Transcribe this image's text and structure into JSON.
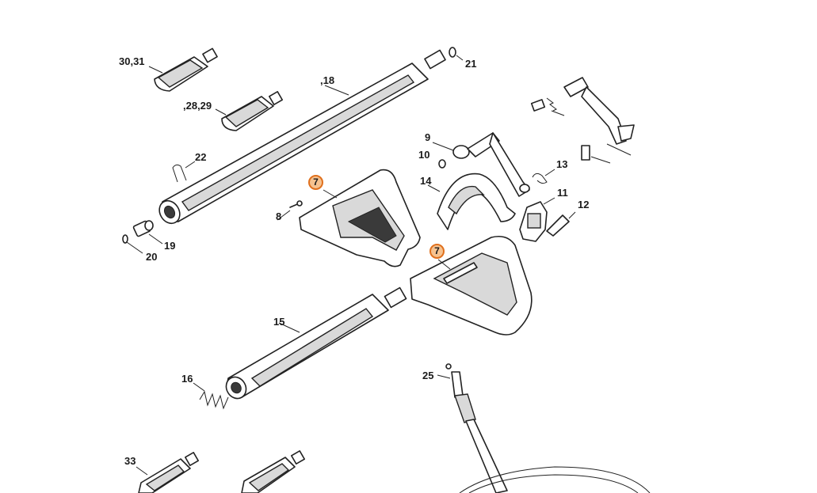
{
  "diagram": {
    "labels": [
      "30,31",
      "21",
      ",18",
      ",28,29",
      "22",
      "9",
      "10",
      "13",
      "14",
      "8",
      "11",
      "12",
      "19",
      "20",
      "15",
      "16",
      "25",
      "33"
    ],
    "callouts": [
      "7",
      "7"
    ],
    "accent_color": "#e0701d",
    "callout_fill": "#f6c28f"
  }
}
